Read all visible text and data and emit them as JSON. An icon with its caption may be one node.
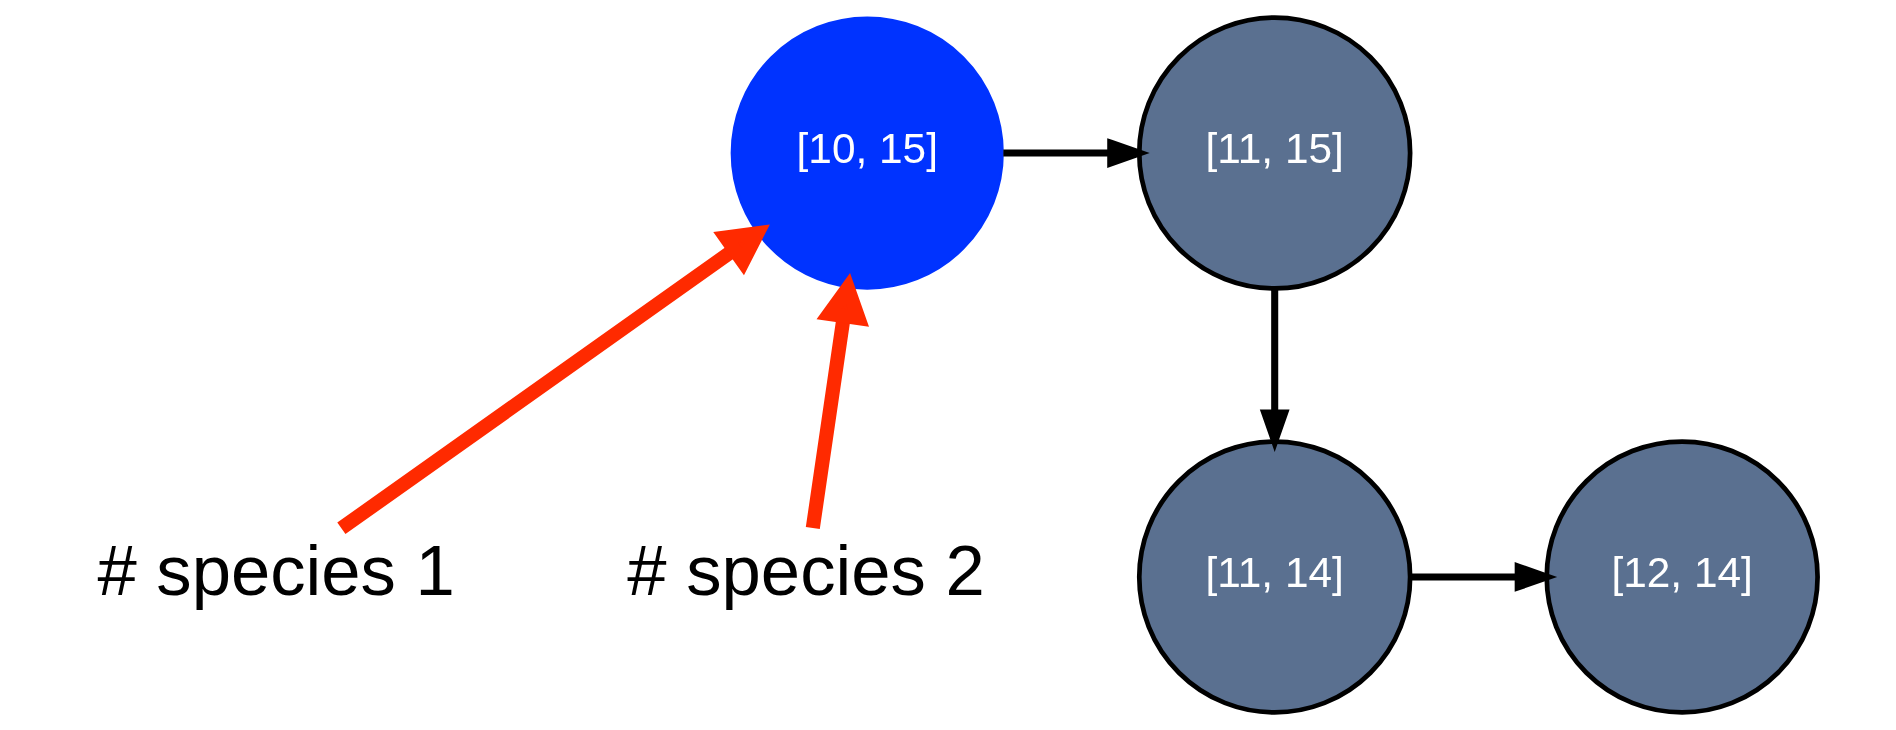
{
  "diagram": {
    "nodes": [
      {
        "text": [
          "[10, 15]"
        ]
      },
      {
        "text": [
          "[11, 15]"
        ]
      },
      {
        "text": [
          "[11, 14]"
        ]
      },
      {
        "text": [
          "[12, 14]"
        ]
      },
      {
        "text": [
          "# species 1"
        ]
      },
      {
        "text": [
          "# species 2"
        ]
      }
    ],
    "edges": [
      {
        "from": 0,
        "to": 1,
        "arrow": "to"
      },
      {
        "from": 1,
        "to": 2,
        "arrow": "to"
      },
      {
        "from": 2,
        "to": 3,
        "arrow": "to"
      },
      {
        "from": 4,
        "to": 0,
        "arrow": "to",
        "style": "thick",
        "color": "#ff2a00"
      },
      {
        "from": 5,
        "to": 0,
        "arrow": "to",
        "style": "thick",
        "color": "#ff2a00"
      }
    ]
  }
}
